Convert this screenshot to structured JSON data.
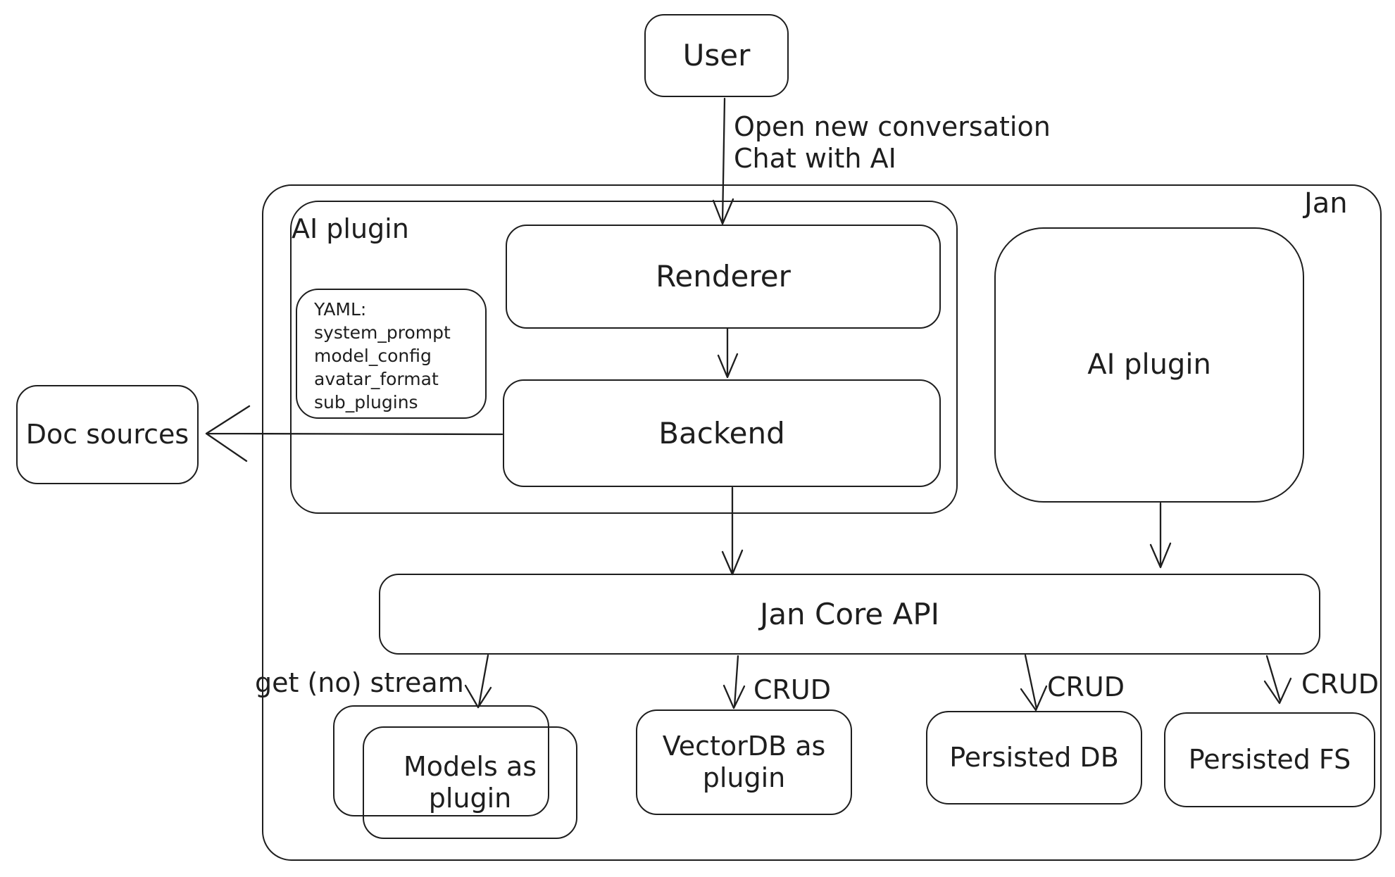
{
  "nodes": {
    "user": {
      "label": "User"
    },
    "jan": {
      "label": "Jan"
    },
    "ai_plugin_container": {
      "label": "AI plugin"
    },
    "yaml_note": {
      "lines": [
        "YAML:",
        "system_prompt",
        "model_config",
        "avatar_format",
        "sub_plugins"
      ]
    },
    "renderer": {
      "label": "Renderer"
    },
    "backend": {
      "label": "Backend"
    },
    "doc_sources": {
      "label": "Doc sources"
    },
    "ai_plugin_right": {
      "label": "AI plugin"
    },
    "jan_core_api": {
      "label": "Jan Core API"
    },
    "models_plugin": {
      "label_line1": "Models as",
      "label_line2": "plugin"
    },
    "vectordb_plugin": {
      "label_line1": "VectorDB as",
      "label_line2": "plugin"
    },
    "persisted_db": {
      "label": "Persisted DB"
    },
    "persisted_fs": {
      "label": "Persisted FS"
    }
  },
  "edges": {
    "user_to_renderer": {
      "label_line1": "Open new conversation",
      "label_line2": "Chat with AI"
    },
    "jan_core_to_models": {
      "label": "get (no) stream"
    },
    "jan_core_to_vectordb": {
      "label": "CRUD"
    },
    "jan_core_to_persisted_db": {
      "label": "CRUD"
    },
    "jan_core_to_persisted_fs": {
      "label": "CRUD"
    }
  },
  "colors": {
    "stroke": "#1e1e1e",
    "background": "#ffffff"
  }
}
